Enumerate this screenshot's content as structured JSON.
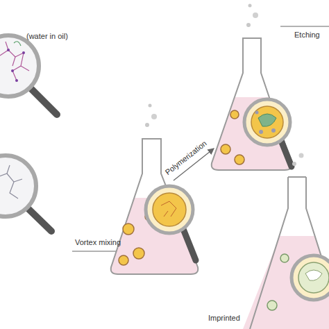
{
  "diagram": {
    "labels": [
      "(water in oil)",
      "Vortex mixing",
      "Polymerization",
      "Etching",
      "Imprinted"
    ]
  }
}
